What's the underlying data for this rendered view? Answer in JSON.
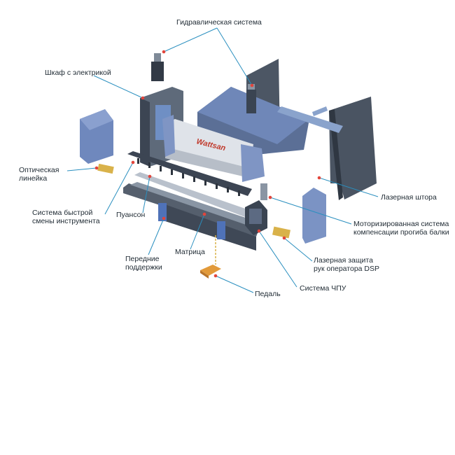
{
  "brand": "Wattsan",
  "colors": {
    "line": "#2a8fbf",
    "dot": "#e2453c",
    "steel_dark": "#3a4452",
    "steel_mid": "#55606e",
    "steel_light": "#8a95a3",
    "blue": "#6f8fc4",
    "beam": "#d9dde3",
    "yellow": "#e0b84a",
    "pedal": "#e29a3a"
  },
  "labels": {
    "hydraulic": "Гидравлическая система",
    "cabinet": "Шкаф с электрикой",
    "optical": "Оптическая\nлинейка",
    "quick_change": "Система быстрой\nсмены инструмента",
    "punch": "Пуансон",
    "laser_curtain": "Лазерная штора",
    "crowning": "Моторизированная система\nкомпенсации прогиба балки",
    "front_supports": "Передние\nподдержки",
    "die": "Матрица",
    "dsp": "Лазерная защита\nрук оператора DSP",
    "cnc": "Система ЧПУ",
    "pedal": "Педаль"
  }
}
